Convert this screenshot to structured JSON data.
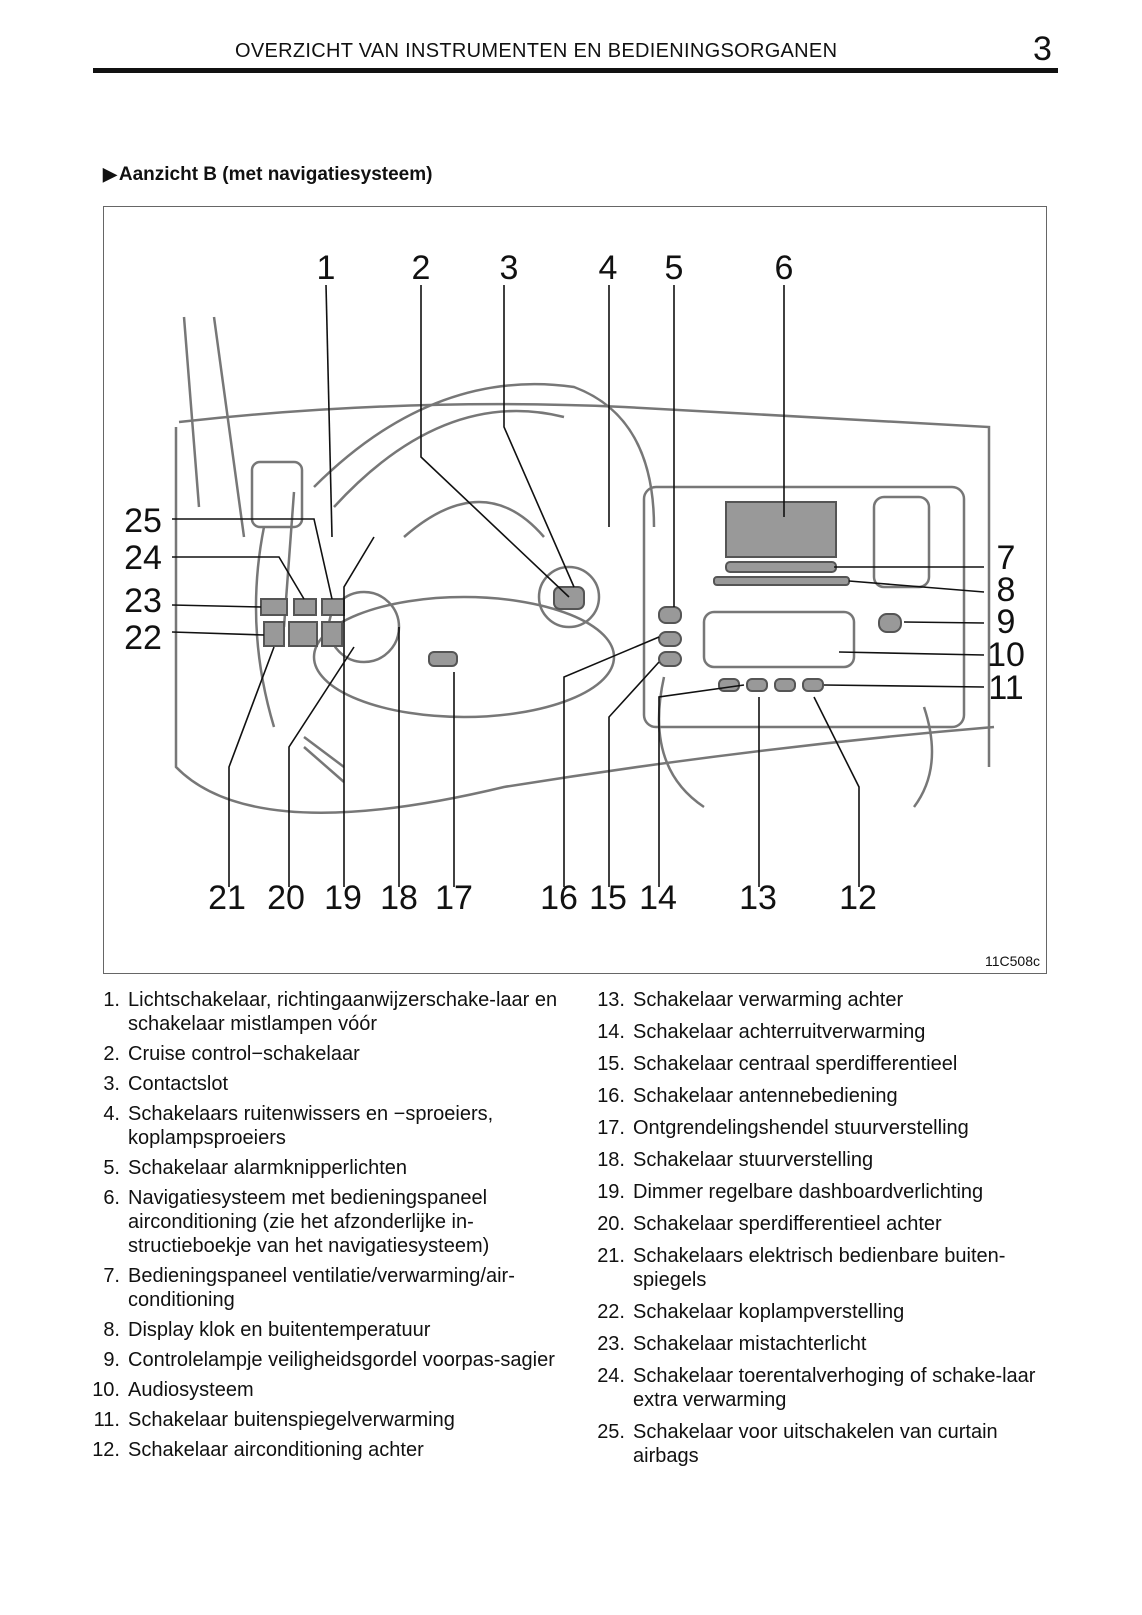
{
  "header": {
    "title": "OVERZICHT VAN INSTRUMENTEN EN BEDIENINGSORGANEN",
    "page_number": "3"
  },
  "section": {
    "marker": "▶",
    "title": "Aanzicht  B  (met  navigatiesysteem)"
  },
  "figure": {
    "code": "11C508c",
    "callouts": [
      "1",
      "2",
      "3",
      "4",
      "5",
      "6",
      "7",
      "8",
      "9",
      "10",
      "11",
      "12",
      "13",
      "14",
      "15",
      "16",
      "17",
      "18",
      "19",
      "20",
      "21",
      "22",
      "23",
      "24",
      "25"
    ]
  },
  "legend_left": [
    {
      "n": "1.",
      "t": "Lichtschakelaar, richtingaanwijzerschake-laar en schakelaar mistlampen vóór"
    },
    {
      "n": "2.",
      "t": "Cruise control−schakelaar"
    },
    {
      "n": "3.",
      "t": "Contactslot"
    },
    {
      "n": "4.",
      "t": "Schakelaars ruitenwissers en −sproeiers, koplampsproeiers"
    },
    {
      "n": "5.",
      "t": "Schakelaar alarmknipperlichten"
    },
    {
      "n": "6.",
      "t": "Navigatiesysteem met bedieningspaneel airconditioning (zie het afzonderlijke in-structieboekje van het navigatiesysteem)"
    },
    {
      "n": "7.",
      "t": "Bedieningspaneel ventilatie/verwarming/air-conditioning"
    },
    {
      "n": "8.",
      "t": "Display klok en buitentemperatuur"
    },
    {
      "n": "9.",
      "t": "Controlelampje veiligheidsgordel voorpas-sagier"
    },
    {
      "n": "10.",
      "t": "Audiosysteem"
    },
    {
      "n": "11.",
      "t": "Schakelaar buitenspiegelverwarming"
    },
    {
      "n": "12.",
      "t": "Schakelaar airconditioning achter"
    }
  ],
  "legend_right": [
    {
      "n": "13.",
      "t": "Schakelaar verwarming achter"
    },
    {
      "n": "14.",
      "t": "Schakelaar achterruitverwarming"
    },
    {
      "n": "15.",
      "t": "Schakelaar centraal sperdifferentieel"
    },
    {
      "n": "16.",
      "t": "Schakelaar antennebediening"
    },
    {
      "n": "17.",
      "t": "Ontgrendelingshendel stuurverstelling"
    },
    {
      "n": "18.",
      "t": "Schakelaar stuurverstelling"
    },
    {
      "n": "19.",
      "t": "Dimmer regelbare dashboardverlichting"
    },
    {
      "n": "20.",
      "t": "Schakelaar sperdifferentieel achter"
    },
    {
      "n": "21.",
      "t": "Schakelaars elektrisch bedienbare buiten-spiegels"
    },
    {
      "n": "22.",
      "t": "Schakelaar koplampverstelling"
    },
    {
      "n": "23.",
      "t": "Schakelaar mistachterlicht"
    },
    {
      "n": "24.",
      "t": "Schakelaar toerentalverhoging of schake-laar extra verwarming"
    },
    {
      "n": "25.",
      "t": "Schakelaar voor uitschakelen van curtain airbags"
    }
  ]
}
